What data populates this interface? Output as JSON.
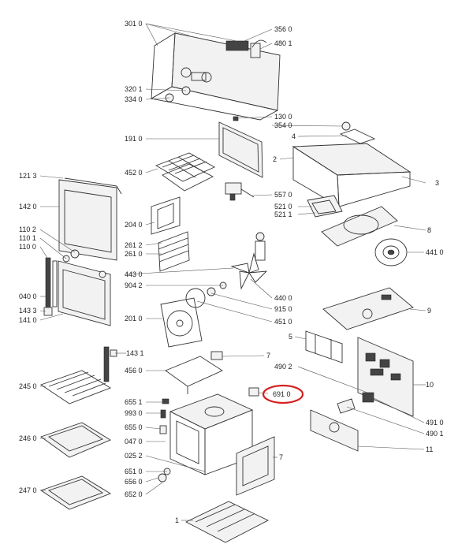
{
  "diagram": {
    "highlight_color": "#d42020",
    "highlighted_label": "691 0",
    "labels": [
      {
        "id": "l3010",
        "text": "301 0"
      },
      {
        "id": "l3560",
        "text": "356 0"
      },
      {
        "id": "l4801",
        "text": "480 1"
      },
      {
        "id": "l3201",
        "text": "320 1"
      },
      {
        "id": "l3340",
        "text": "334 0"
      },
      {
        "id": "l1300",
        "text": "130 0"
      },
      {
        "id": "l3540",
        "text": "354 0"
      },
      {
        "id": "l4",
        "text": "4"
      },
      {
        "id": "l1910",
        "text": "191 0"
      },
      {
        "id": "l2",
        "text": "2"
      },
      {
        "id": "l3",
        "text": "3"
      },
      {
        "id": "l1213",
        "text": "121 3"
      },
      {
        "id": "l4520",
        "text": "452 0"
      },
      {
        "id": "l5570",
        "text": "557 0"
      },
      {
        "id": "l1420",
        "text": "142 0"
      },
      {
        "id": "l5210",
        "text": "521 0"
      },
      {
        "id": "l5211",
        "text": "521 1"
      },
      {
        "id": "l2040",
        "text": "204 0"
      },
      {
        "id": "l1102",
        "text": "110 2"
      },
      {
        "id": "l1101",
        "text": "110 1"
      },
      {
        "id": "l1100",
        "text": "110 0"
      },
      {
        "id": "l8",
        "text": "8"
      },
      {
        "id": "l2612",
        "text": "261 2"
      },
      {
        "id": "l2610",
        "text": "261 0"
      },
      {
        "id": "l4410",
        "text": "441 0"
      },
      {
        "id": "l4430",
        "text": "443 0"
      },
      {
        "id": "l9042",
        "text": "904 2"
      },
      {
        "id": "l0400",
        "text": "040 0"
      },
      {
        "id": "l4400",
        "text": "440 0"
      },
      {
        "id": "l1433",
        "text": "143 3"
      },
      {
        "id": "l9150",
        "text": "915 0"
      },
      {
        "id": "l9",
        "text": "9"
      },
      {
        "id": "l1410",
        "text": "141 0"
      },
      {
        "id": "l2010",
        "text": "201 0"
      },
      {
        "id": "l4510",
        "text": "451 0"
      },
      {
        "id": "l5",
        "text": "5"
      },
      {
        "id": "l1431",
        "text": "143 1"
      },
      {
        "id": "l7a",
        "text": "7"
      },
      {
        "id": "l4560",
        "text": "456 0"
      },
      {
        "id": "l4902",
        "text": "490 2"
      },
      {
        "id": "l2450",
        "text": "245 0"
      },
      {
        "id": "l10",
        "text": "10"
      },
      {
        "id": "l6910",
        "text": "691 0"
      },
      {
        "id": "l6551",
        "text": "655 1"
      },
      {
        "id": "l9930",
        "text": "993 0"
      },
      {
        "id": "l6550",
        "text": "655 0"
      },
      {
        "id": "l4910",
        "text": "491 0"
      },
      {
        "id": "l4901",
        "text": "490 1"
      },
      {
        "id": "l2460",
        "text": "246 0"
      },
      {
        "id": "l0470",
        "text": "047 0"
      },
      {
        "id": "l11",
        "text": "11"
      },
      {
        "id": "l0252",
        "text": "025 2"
      },
      {
        "id": "l7b",
        "text": "7"
      },
      {
        "id": "l6510",
        "text": "651 0"
      },
      {
        "id": "l6560",
        "text": "656 0"
      },
      {
        "id": "l2470",
        "text": "247 0"
      },
      {
        "id": "l6520",
        "text": "652 0"
      },
      {
        "id": "l1",
        "text": "1"
      }
    ]
  }
}
